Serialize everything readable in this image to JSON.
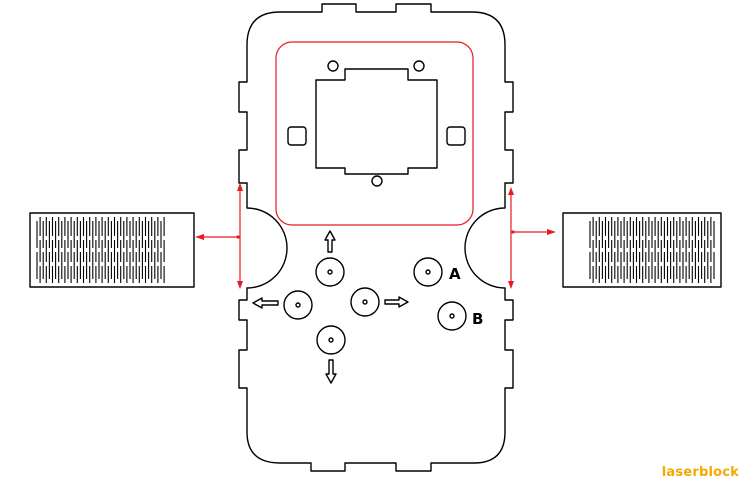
{
  "labels": {
    "button_a": "A",
    "button_b": "B"
  },
  "brand": {
    "text": "laserblock",
    "color": "#f5a800"
  },
  "colors": {
    "cut_line": "#000000",
    "score_line": "#e31b23"
  }
}
